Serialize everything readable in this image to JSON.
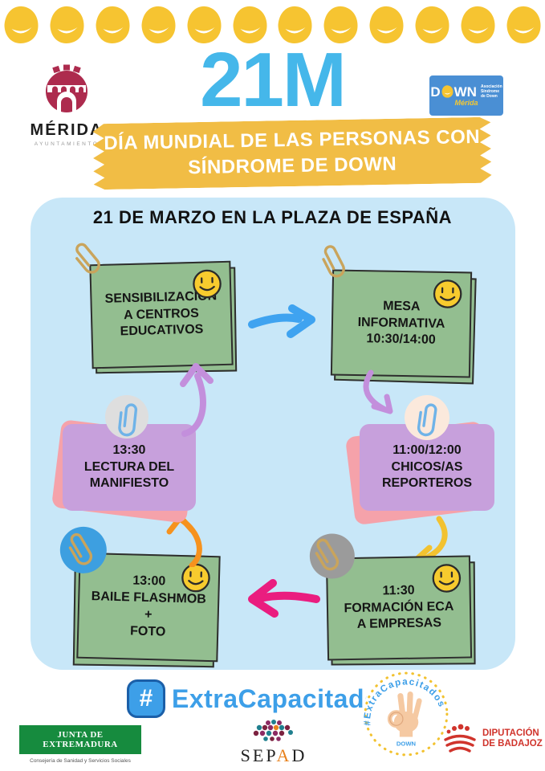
{
  "header": {
    "smiley_count": 12,
    "title": "21M",
    "merida_logo": {
      "name": "MÉRIDA",
      "sub": "AYUNTAMIENTO"
    },
    "down_logo": {
      "d": "D",
      "wn": "WN",
      "assoc": "Asociación\nSíndrome\nde Down",
      "city": "Mérida"
    }
  },
  "banner": {
    "line1": "DÍA MUNDIAL DE LAS PERSONAS CON",
    "line2": "SÍNDROME DE DOWN"
  },
  "schedule": {
    "panel_title": "21 DE MARZO EN LA PLAZA DE ESPAÑA",
    "notes": [
      {
        "id": "sensibilizacion",
        "style": "green",
        "text": "SENSIBILIZACIÓN\nA CENTROS\nEDUCATIVOS"
      },
      {
        "id": "mesa-informativa",
        "style": "green",
        "text": "MESA\nINFORMATIVA\n10:30/14:00"
      },
      {
        "id": "chicos-reporteros",
        "style": "purple",
        "text": "11:00/12:00\nCHICOS/AS\nREPORTEROS"
      },
      {
        "id": "formacion-eca",
        "style": "green",
        "text": "11:30\nFORMACIÓN ECA\nA EMPRESAS"
      },
      {
        "id": "baile-flashmob",
        "style": "green",
        "text": "13:00\nBAILE FLASHMOB\n+\nFOTO"
      },
      {
        "id": "lectura-manifiesto",
        "style": "purple",
        "text": "13:30\nLECTURA DEL\nMANIFIESTO"
      }
    ],
    "flow_arrows": [
      {
        "from": "sensibilizacion",
        "to": "mesa-informativa",
        "color": "blue"
      },
      {
        "from": "mesa-informativa",
        "to": "chicos-reporteros",
        "color": "purple"
      },
      {
        "from": "chicos-reporteros",
        "to": "formacion-eca",
        "color": "yellow"
      },
      {
        "from": "formacion-eca",
        "to": "baile-flashmob",
        "color": "pink"
      },
      {
        "from": "baile-flashmob",
        "to": "lectura-manifiesto",
        "color": "orange"
      },
      {
        "from": "lectura-manifiesto",
        "to": "sensibilizacion",
        "color": "purple"
      }
    ]
  },
  "footer": {
    "hash_symbol": "#",
    "hashtag_text": "ExtraCapacitados",
    "badge": {
      "curved_text": "#ExtraCapacitados",
      "mini_word": "DOWN"
    },
    "junta": {
      "name": "JUNTA DE EXTREMADURA",
      "sub": "Consejería de Sanidad y Servicios Sociales"
    },
    "sepad": {
      "p1": "SEP",
      "p2": "A",
      "p3": "D"
    },
    "diputacion": {
      "line1": "DIPUTACIÓN",
      "line2": "DE BADAJOZ"
    }
  },
  "colors": {
    "smiley_yellow": "#F6C431",
    "title_blue": "#45B7EA",
    "banner_yellow": "#F1BD45",
    "panel_blue": "#C8E7F8",
    "note_green": "#93BE90",
    "note_purple": "#C7A0DC",
    "note_pink_back": "#F5A2AA",
    "arrow_blue": "#3FA3F0",
    "arrow_purple": "#C38FDC",
    "arrow_orange": "#F6921E",
    "arrow_yellow": "#F2C230",
    "arrow_pink": "#EA1D7F",
    "hashtag_blue": "#3D9FE8",
    "merida_red": "#AD2B4E",
    "down_logo_blue": "#4A8FD4",
    "junta_green": "#168B3E",
    "diputacion_red": "#D0342C"
  }
}
